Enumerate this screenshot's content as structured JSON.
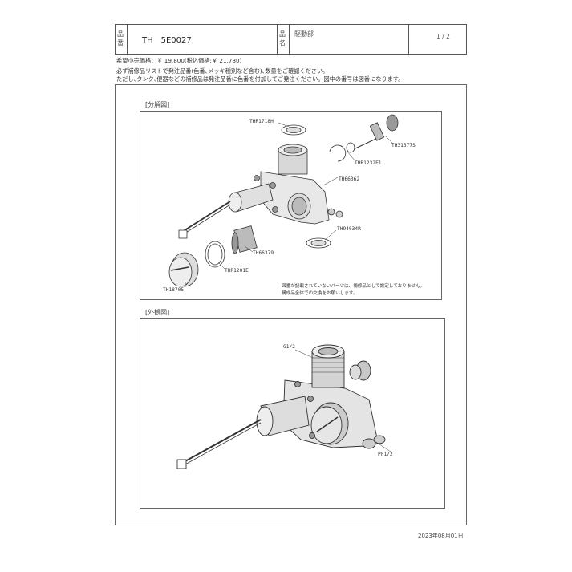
{
  "header": {
    "product_no_label": "品番",
    "product_no": "TH　5E0027",
    "product_name_label": "品名",
    "product_name": "駆動部",
    "page": "1 / 2"
  },
  "notes": {
    "price": "希望小売価格：￥ 19,800(税込価格:￥ 21,780)",
    "line1": "必ず補修品リストで発注品番(色番､メッキ種別など含む)､数量をご確認ください。",
    "line2": "ただし､タンク､便器などの補修品は発注品番に色番を付加してご発注ください。図中の番号は図番になります。"
  },
  "exploded": {
    "title": "[分解図]",
    "callouts": [
      "THR1718H",
      "TH31577S",
      "THR1232E1",
      "TH66362",
      "TH94034R",
      "TH66379",
      "THR1201E",
      "TH18705"
    ],
    "footnote_1": "図番が記載されていないパーツは、補修品として設定しておりません。",
    "footnote_2": "構成品全体での交換をお願いします。"
  },
  "exterior": {
    "title": "[外観図]",
    "callouts": [
      "G1/2",
      "PF1/2"
    ]
  },
  "footer": {
    "date": "2023年08月01日"
  }
}
